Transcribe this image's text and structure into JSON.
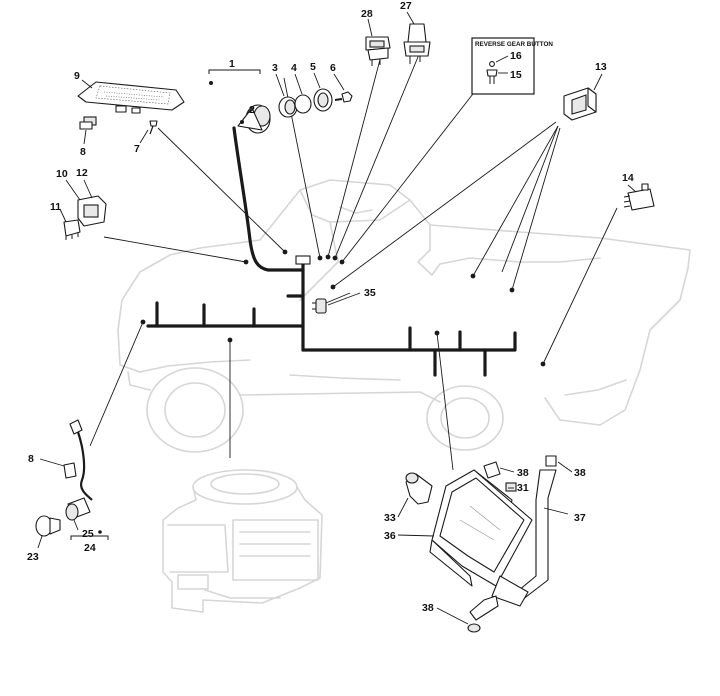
{
  "diagram": {
    "inset_title": "REVERSE GEAR BUTTON",
    "labels": {
      "n1": "1",
      "n2": "2",
      "n3": "3",
      "n4": "4",
      "n5": "5",
      "n6": "6",
      "n7": "7",
      "n8a": "8",
      "n8b": "8",
      "n9": "9",
      "n10": "10",
      "n11": "11",
      "n12": "12",
      "n13": "13",
      "n14": "14",
      "n15": "15",
      "n16": "16",
      "n23": "23",
      "n24": "24",
      "n25": "25",
      "n27": "27",
      "n28": "28",
      "n31": "31",
      "n33": "33",
      "n35": "35",
      "n36": "36",
      "n37": "37",
      "n38a": "38",
      "n38b": "38",
      "n38c": "38"
    }
  }
}
